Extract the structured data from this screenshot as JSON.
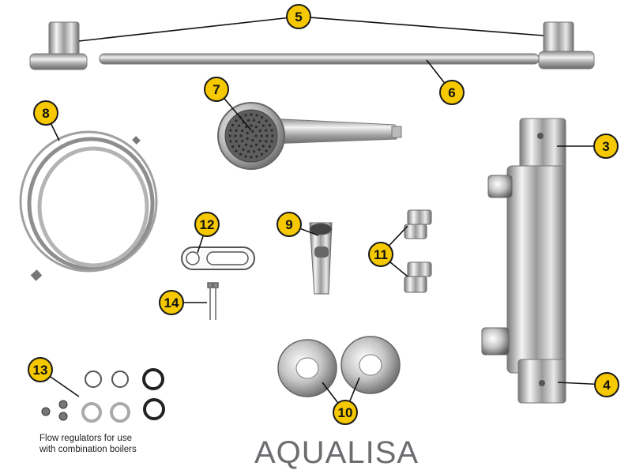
{
  "callouts": {
    "c5": "5",
    "c6": "6",
    "c7": "7",
    "c8": "8",
    "c3": "3",
    "c12": "12",
    "c9": "9",
    "c11": "11",
    "c14": "14",
    "c4": "4",
    "c13": "13",
    "c10": "10"
  },
  "caption": {
    "line1": "Flow regulators for use",
    "line2": "with combination boilers"
  },
  "brand": {
    "name": "AQUALISA"
  },
  "colors": {
    "callout_fill": "#f5c800",
    "chrome": "#c8c8c8",
    "logo": "#6b6d70"
  }
}
